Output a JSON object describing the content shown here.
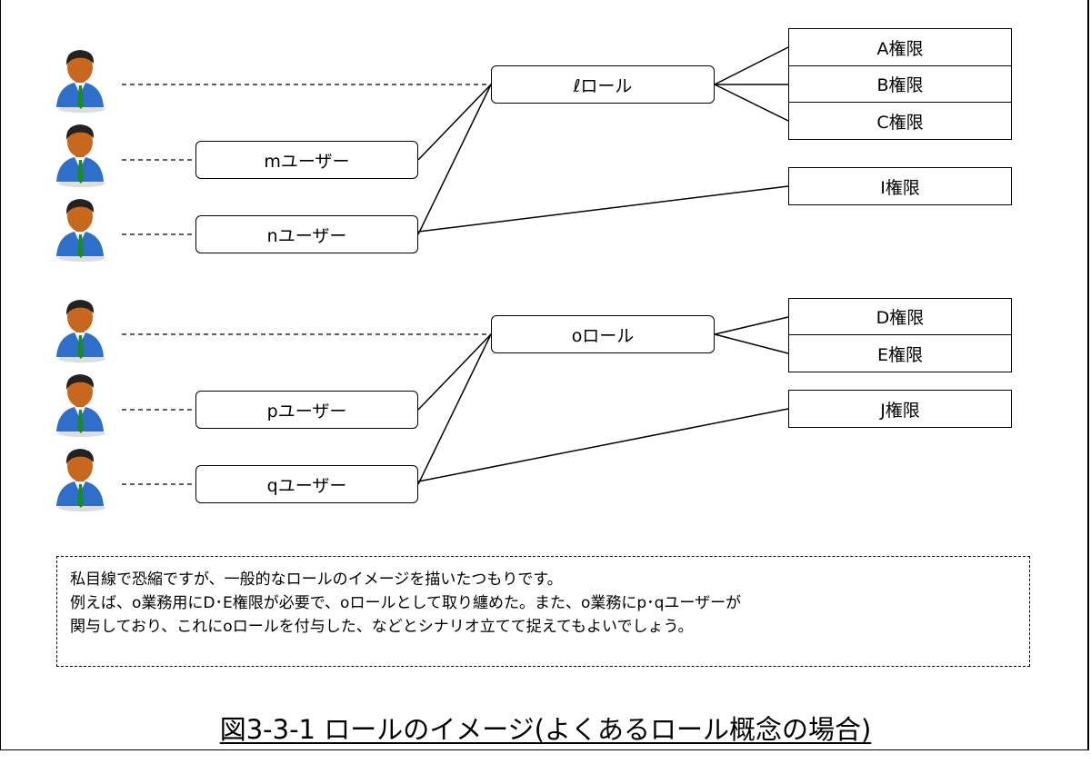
{
  "users": {
    "m": "mユーザー",
    "n": "nユーザー",
    "p": "pユーザー",
    "q": "qユーザー"
  },
  "roles": {
    "l": "ℓロール",
    "o": "oロール"
  },
  "permissions": {
    "a": "A権限",
    "b": "B権限",
    "c": "C権限",
    "i": "I権限",
    "d": "D権限",
    "e": "E権限",
    "j": "J権限"
  },
  "note": {
    "line1": "私目線で恐縮ですが、一般的なロールのイメージを描いたつもりです。",
    "line2": "例えば、o業務用にD･E権限が必要で、oロールとして取り纏めた。また、o業務にp･qユーザーが",
    "line3": "関与しており、これにoロールを付与した、などとシナリオ立てて捉えてもよいでしょう。"
  },
  "caption": "図3-3-1 ロールのイメージ(よくあるロール概念の場合)",
  "icons": {
    "user_icon": "person-with-tie-icon",
    "skin_color": "#c8681e",
    "shirt_color": "#2f6ec9",
    "tie_color": "#1a8a2a"
  }
}
